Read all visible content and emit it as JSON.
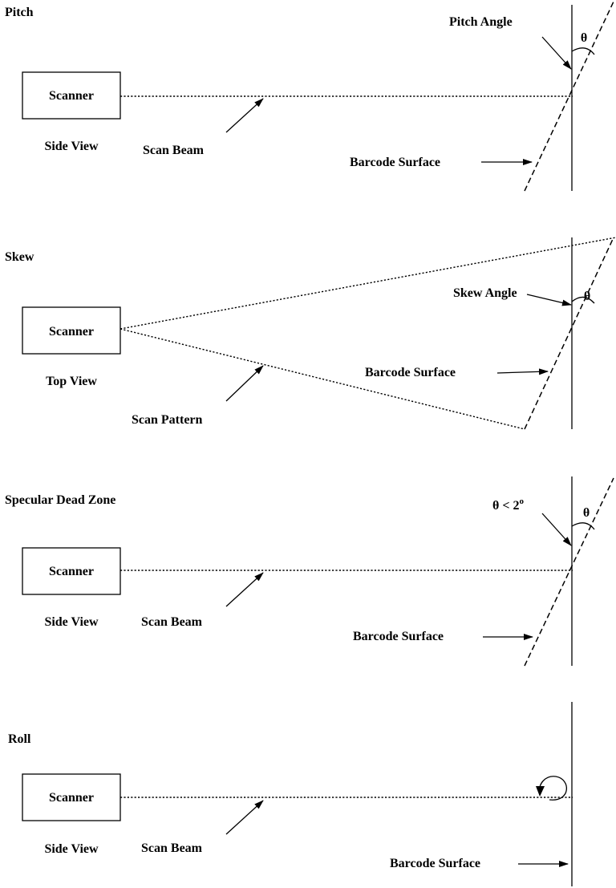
{
  "pitch": {
    "title": "Pitch",
    "scanner": "Scanner",
    "view": "Side View",
    "beam": "Scan Beam",
    "angle": "Pitch Angle",
    "surface": "Barcode Surface",
    "theta": "θ"
  },
  "skew": {
    "title": "Skew",
    "scanner": "Scanner",
    "view": "Top View",
    "beam": "Scan Pattern",
    "angle": "Skew Angle",
    "surface": "Barcode Surface",
    "theta": "θ"
  },
  "specular": {
    "title": "Specular Dead Zone",
    "scanner": "Scanner",
    "view": "Side View",
    "beam": "Scan Beam",
    "angle_prefix": "θ < 2",
    "angle_sup": "o",
    "surface": "Barcode Surface",
    "theta": "θ"
  },
  "roll": {
    "title": "Roll",
    "scanner": "Scanner",
    "view": "Side View",
    "beam": "Scan Beam",
    "surface": "Barcode Surface"
  }
}
